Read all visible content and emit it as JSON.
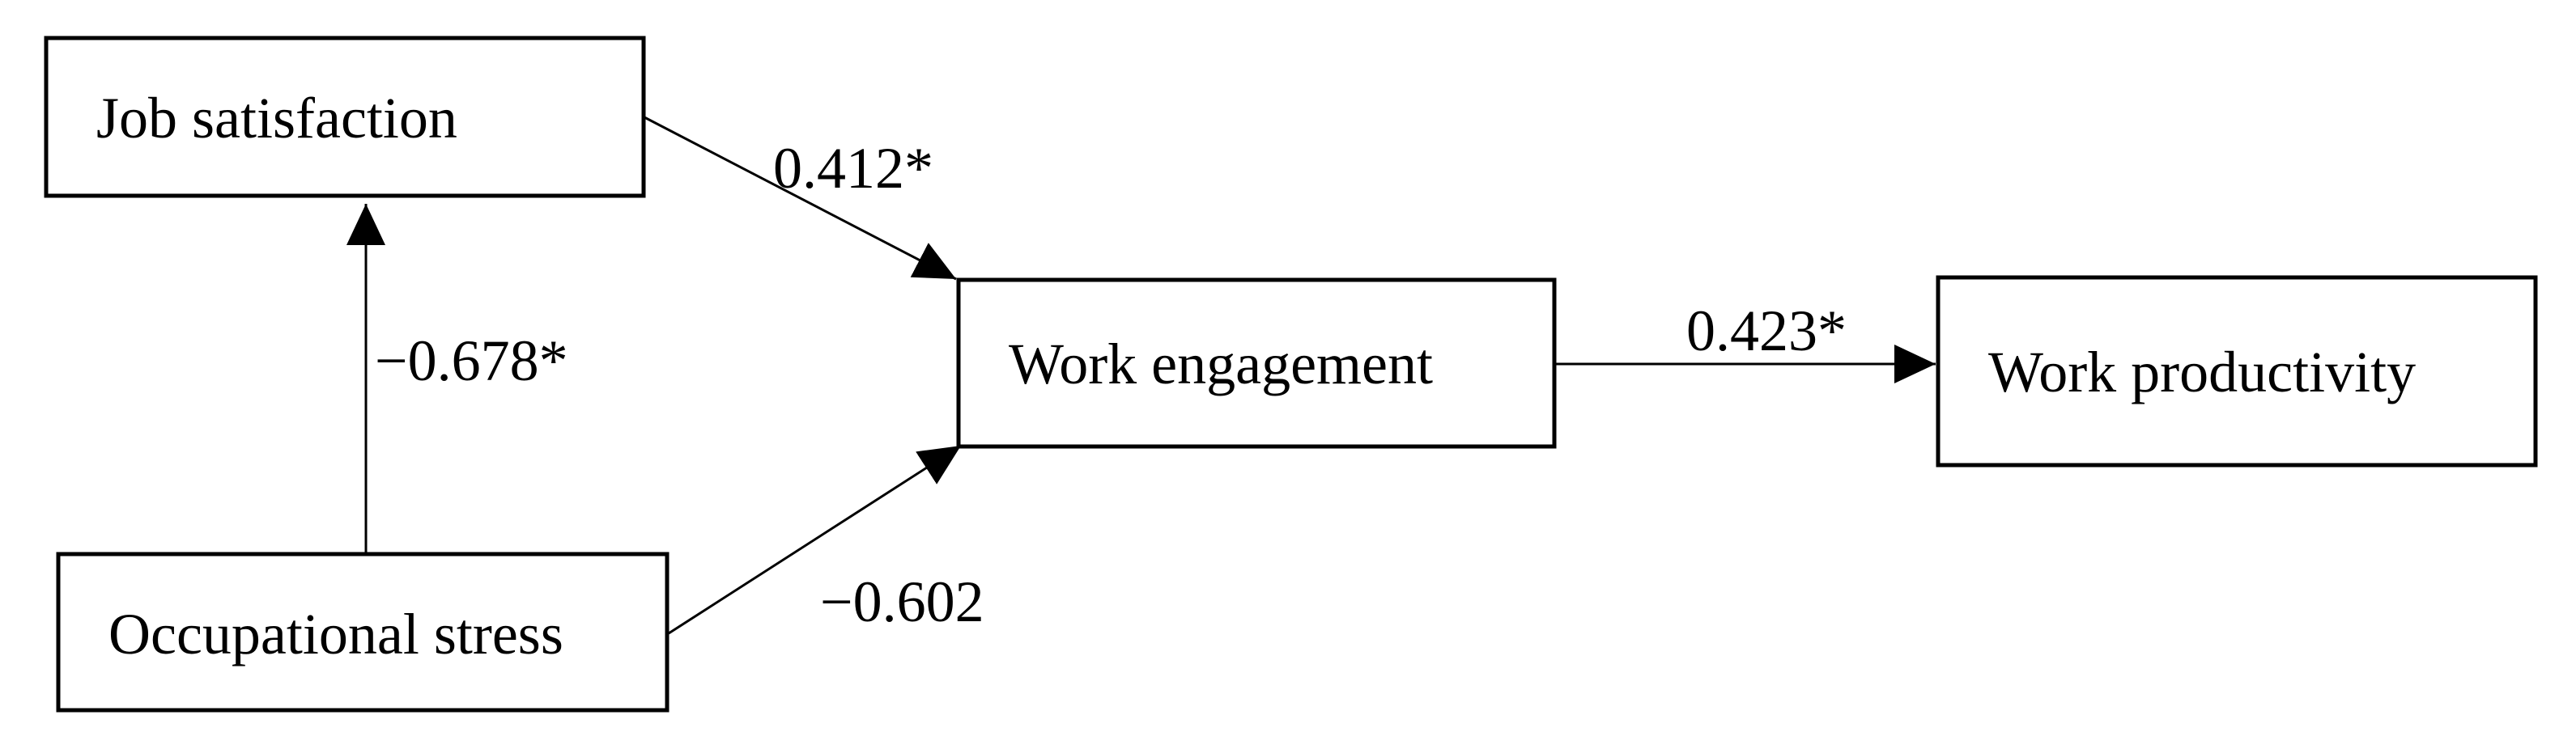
{
  "diagram": {
    "type": "path-model",
    "background_color": "#ffffff",
    "line_color": "#000000",
    "text_color": "#000000",
    "nodes": [
      {
        "id": "job-satisfaction",
        "label": "Job satisfaction"
      },
      {
        "id": "occupational-stress",
        "label": "Occupational stress"
      },
      {
        "id": "work-engagement",
        "label": "Work engagement"
      },
      {
        "id": "work-productivity",
        "label": "Work productivity"
      }
    ],
    "edges": [
      {
        "from": "occupational-stress",
        "to": "job-satisfaction",
        "label": "−0.678*"
      },
      {
        "from": "job-satisfaction",
        "to": "work-engagement",
        "label": "0.412*"
      },
      {
        "from": "occupational-stress",
        "to": "work-engagement",
        "label": "−0.602"
      },
      {
        "from": "work-engagement",
        "to": "work-productivity",
        "label": "0.423*"
      }
    ]
  }
}
